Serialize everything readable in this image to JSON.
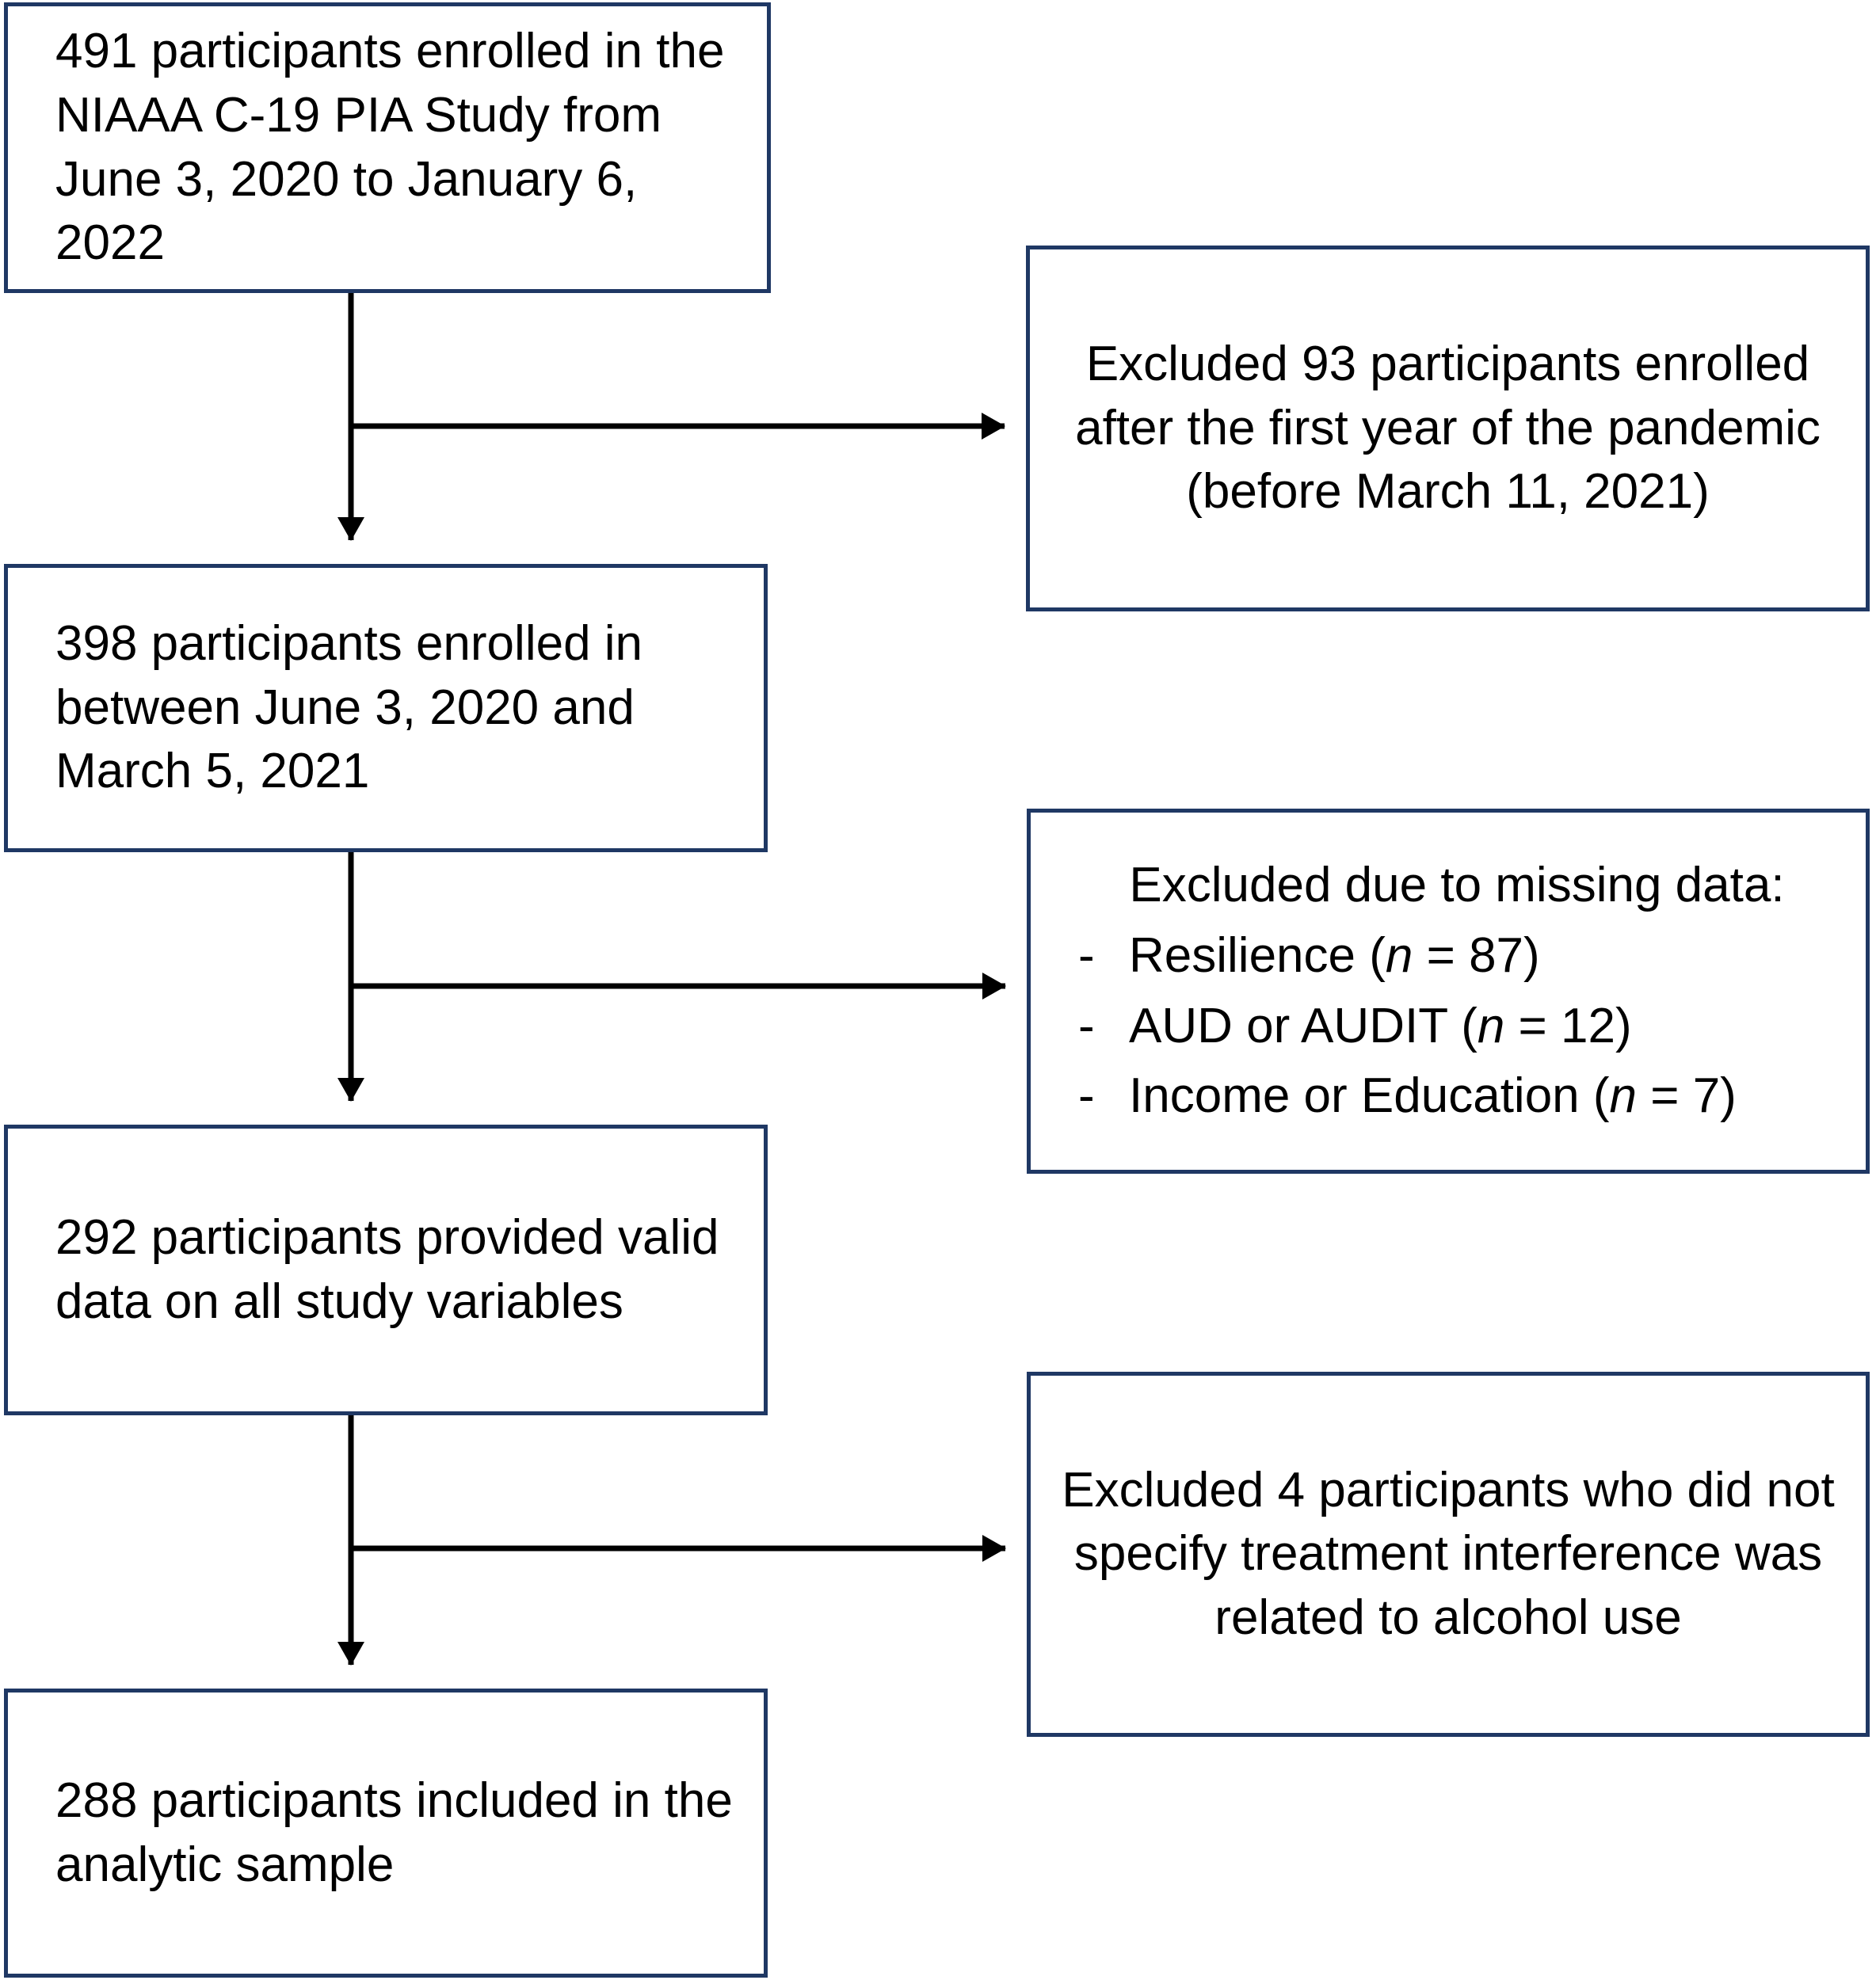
{
  "figure": {
    "type": "participant-flow-diagram",
    "accent_color": "#1f3864",
    "text_color": "#000000",
    "background_color": "#ffffff"
  },
  "nodes": {
    "enrolled_total": {
      "label": "491 participants enrolled in the NIAAA C-19 PIA Study from June 3, 2020 to January 6, 2022",
      "count": 491
    },
    "enrolled_first_year": {
      "label": "398 participants enrolled in between June 3, 2020 and March 5, 2021",
      "count": 398
    },
    "valid_data": {
      "label": "292 participants provided valid data on all study variables",
      "count": 292
    },
    "analytic_sample": {
      "label": "288 participants included in the analytic sample",
      "count": 288
    }
  },
  "exclusions": {
    "late_enrollment": {
      "label": "Excluded 93 participants enrolled after the first year of the pandemic (before March 11, 2021)",
      "count": 93
    },
    "missing_data": {
      "title": "Excluded due to missing data:",
      "bullet": "-",
      "items": [
        {
          "name": "Resilience",
          "stat_symbol": "n",
          "equals": " = ",
          "value": "87)",
          "open_paren": "("
        },
        {
          "name": "AUD or AUDIT",
          "stat_symbol": "n",
          "equals": " = ",
          "value": "12)",
          "open_paren": "("
        },
        {
          "name": "Income or Education",
          "stat_symbol": "n",
          "equals": " = ",
          "value": "7)",
          "open_paren": "("
        }
      ]
    },
    "unspecified_interference": {
      "label": "Excluded 4 participants who did not specify treatment interference was related to alcohol use",
      "count": 4
    }
  }
}
